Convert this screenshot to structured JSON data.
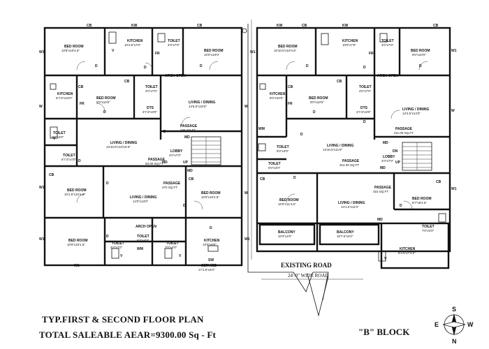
{
  "title": "TYP.FIRST & SECOND FLOOR PLAN",
  "area_text": "TOTAL SALEABLE AEAR=9300.00 Sq - Ft",
  "block": "\"B\" BLOCK",
  "road": {
    "name": "EXISTING ROAD",
    "width": "24'-0\" WIDE ROAD"
  },
  "compass": {
    "n": "S",
    "s": "N",
    "e": "W",
    "w": "E"
  },
  "left_rooms": {
    "bed1": {
      "name": "BED ROOM",
      "size": "10'9\"x10'4.5\""
    },
    "kitchen1": {
      "name": "KITCHEN",
      "size": "10'4.5\"x7'0\""
    },
    "toilet1": {
      "name": "TOILET",
      "size": "4'0\"x7'0\""
    },
    "bed2": {
      "name": "BED ROOM",
      "size": "10'0\"x10'0\""
    },
    "kitchen2": {
      "name": "KITCHEN",
      "size": "6'7.5\"x10'0\""
    },
    "bed3": {
      "name": "BED ROOM",
      "size": "9'0\"x10'0\""
    },
    "toilet2": {
      "name": "TOILET",
      "size": "4'0\"x7'0\""
    },
    "dts1": {
      "name": "DTS",
      "size": "3'7.5\"x3'0\""
    },
    "living1": {
      "name": "LIVING / DINING",
      "size": "14'6.5\"x10'0\""
    },
    "toilet3": {
      "name": "TOILET",
      "size": "5'0\"x4'0\""
    },
    "living2": {
      "name": "LIVING / DINING",
      "size": "13'10.5\"x10'10.5\""
    },
    "passage1": {
      "name": "PASSAGE",
      "size": "245 SQ.FT"
    },
    "passage2": {
      "name": "PASSAGE",
      "size": "50.00 SQ.FT"
    },
    "lobby": {
      "name": "LOBBY",
      "size": "4'0\"x7'0\""
    },
    "toilet4": {
      "name": "TOILET",
      "size": "6'7.5\"x4'0\""
    },
    "passage3": {
      "name": "PASSAGE",
      "size": "270 SQ.FT"
    },
    "bed4": {
      "name": "BED ROOM",
      "size": "10'1.5\"x10'4.5\""
    },
    "living3": {
      "name": "LIVING / DINING",
      "size": "14'0\"x13'0\""
    },
    "bed5": {
      "name": "BED ROOM",
      "size": "10'0\"x10'4.5\""
    },
    "arch": "ARCH OPEN",
    "bed6": {
      "name": "BED ROOM",
      "size": "10'6\"x10'1.5\""
    },
    "toilet5": {
      "name": "TOILET",
      "size": "4'0\"x7'0\""
    },
    "toilet6": {
      "name": "TOILET",
      "size": "6'0\"x4'0\""
    },
    "toilet7": {
      "name": "TOILET",
      "size": "7'0\"x4'0\""
    },
    "kitchen3": {
      "name": "KITCHEN",
      "size": "10'0\"x9'0\""
    },
    "service": {
      "name": "SERVICE",
      "size": "17'1.5\"x4'0\""
    }
  },
  "right_rooms": {
    "bed1": {
      "name": "BED ROOM",
      "size": "10'10.5\"x10'4.5\""
    },
    "kitchen1": {
      "name": "KITCHEN",
      "size": "10'0\"x7'0\""
    },
    "toilet1": {
      "name": "TOILET",
      "size": "4'0\"x7'0\""
    },
    "bed2": {
      "name": "BED ROOM",
      "size": "9'0\"x10'0\""
    },
    "kitchen2": {
      "name": "KITCHEN",
      "size": "8'0\"x10'0\""
    },
    "bed3": {
      "name": "BED ROOM",
      "size": "9'0\"x10'0\""
    },
    "toilet2": {
      "name": "TOILET",
      "size": "4'0\"x7'0\""
    },
    "dts1": {
      "name": "DTS",
      "size": "3'7.5\"x3'0\""
    },
    "living1": {
      "name": "LIVING / DINING",
      "size": "13'4.5\"x14'0\""
    },
    "passage1": {
      "name": "PASSAGE",
      "size": "211.00 SQ.FT"
    },
    "toilet3": {
      "name": "TOILET",
      "size": "5'0\"x4'0\""
    },
    "living2": {
      "name": "LIVING / DINING",
      "size": "13'10.5\"x11'9\""
    },
    "toilet4": {
      "name": "TOILET",
      "size": "6'0\"x4'0\""
    },
    "passage2": {
      "name": "PASSAGE",
      "size": "314.00 SQ.FT"
    },
    "lobby": {
      "name": "LOBBY",
      "size": "4'0\"x7'0\""
    },
    "passage3": {
      "name": "PASSAGE",
      "size": "315 SQ.FT"
    },
    "bed4": {
      "name": "BED ROOM",
      "size": "10'0\"x11'4.5\""
    },
    "living3": {
      "name": "LIVING / DINING",
      "size": "14'1.5\"x11'0\""
    },
    "bed5": {
      "name": "BED ROOM",
      "size": "9'7\"x9'4.5\""
    },
    "toilet5": {
      "name": "TOILET",
      "size": "7'0\"x4'0\""
    },
    "balcony1": {
      "name": "BALCONY",
      "size": "10'3\"x4'0\""
    },
    "balcony2": {
      "name": "BALCONY",
      "size": "10'7.5\"x4'0\""
    },
    "kitchen3": {
      "name": "KITCHEN",
      "size": "9'4.5\"x7'4.5\""
    }
  },
  "marks": {
    "d": "D",
    "md": "MD",
    "w": "W",
    "w1": "W1",
    "kw": "KW",
    "cb": "CB",
    "fr": "FR",
    "wm": "WM",
    "up": "UP",
    "dn": "DN",
    "sw": "SW",
    "v": "V",
    "arch": "ARCH OPEN"
  }
}
